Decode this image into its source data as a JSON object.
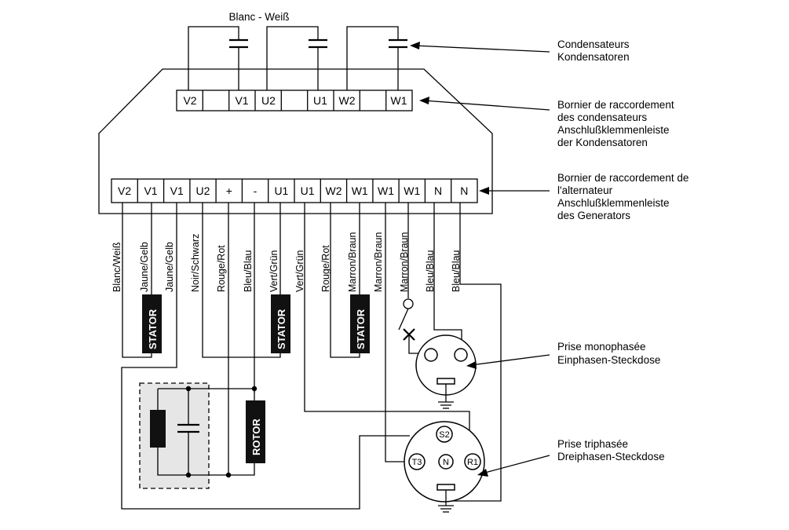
{
  "title": "Blanc - Weiß",
  "capacitor_terminals": [
    "V2",
    "",
    "V1",
    "U2",
    "",
    "U1",
    "W2",
    "",
    "W1"
  ],
  "alternator_terminals": [
    "V2",
    "V1",
    "V1",
    "U2",
    "+",
    "-",
    "U1",
    "U1",
    "W2",
    "W1",
    "W1",
    "W1",
    "N",
    "N"
  ],
  "wire_labels": [
    "Blanc/Weiß",
    "Jaune/Gelb",
    "Jaune/Gelb",
    "Noir/Schwarz",
    "Rouge/Rot",
    "Bleu/Blau",
    "Vert/Grün",
    "Vert/Grün",
    "Rouge/Rot",
    "Marron/Braun",
    "Marron/Braun",
    "Marron/Braun",
    "Bleu/Blau",
    "Bleu/Blau"
  ],
  "stator_label": "STATOR",
  "rotor_label": "ROTOR",
  "annotations": {
    "capacitors": [
      "Condensateurs",
      "Kondensatoren"
    ],
    "cap_strip": [
      "Bornier de raccordement",
      "des condensateurs",
      "Anschlußklemmenleiste",
      "der Kondensatoren"
    ],
    "alt_strip": [
      "Bornier de raccordement de",
      "l'alternateur",
      "Anschlußklemmenleiste",
      "des Generators"
    ],
    "mono": [
      "Prise monophasée",
      "Einphasen-Steckdose"
    ],
    "tri": [
      "Prise triphasée",
      "Dreiphasen-Steckdose"
    ]
  },
  "socket_pins": [
    "S2",
    "T3",
    "N",
    "R1"
  ]
}
